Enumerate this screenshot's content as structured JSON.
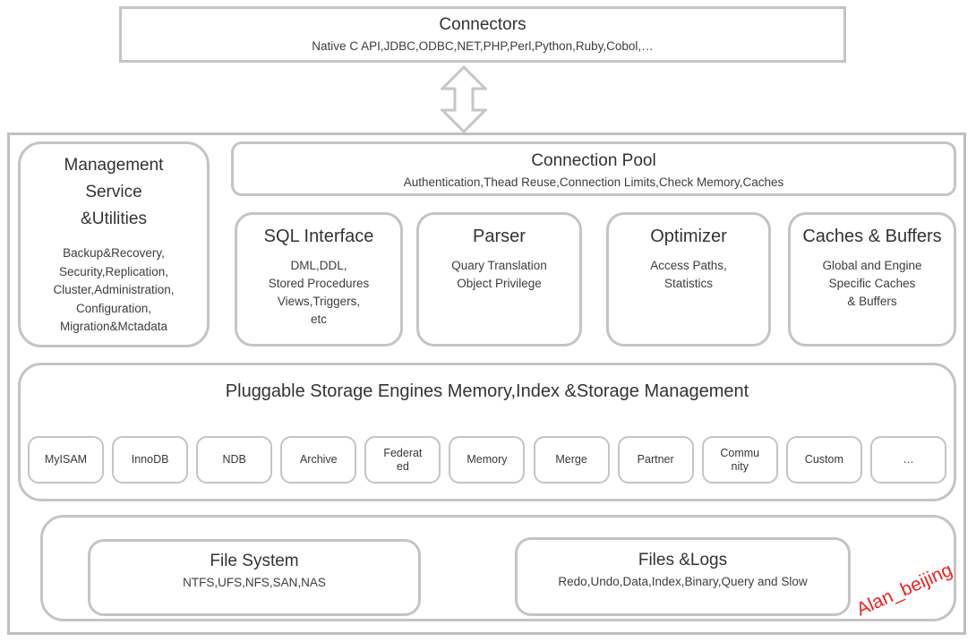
{
  "diagram": {
    "connectors": {
      "title": "Connectors",
      "subtitle": "Native C API,JDBC,ODBC,NET,PHP,Perl,Python,Ruby,Cobol,…"
    },
    "management": {
      "title_lines": [
        "Management",
        "Service",
        "&Utilities"
      ],
      "body_lines": [
        "Backup&Recovery,",
        "Security,Replication,",
        "Cluster,Administration,",
        "Configuration,",
        "Migration&Mctadata"
      ]
    },
    "connection_pool": {
      "title": "Connection Pool",
      "subtitle": "Authentication,Thead Reuse,Connection Limits,Check Memory,Caches"
    },
    "middle_boxes": [
      {
        "title": "SQL Interface",
        "body_lines": [
          "DML,DDL,",
          "Stored Procedures",
          "Views,Triggers,",
          "etc"
        ]
      },
      {
        "title": "Parser",
        "body_lines": [
          "Quary Translation",
          "Object Privilege"
        ]
      },
      {
        "title": "Optimizer",
        "body_lines": [
          "Access Paths,",
          "Statistics"
        ]
      },
      {
        "title": "Caches & Buffers",
        "body_lines": [
          "Global and Engine",
          "Specific Caches",
          "& Buffers"
        ]
      }
    ],
    "storage": {
      "title": "Pluggable Storage Engines Memory,Index &Storage Management",
      "engines": [
        "MyISAM",
        "InnoDB",
        "NDB",
        "Archive",
        "Federat\ned",
        "Memory",
        "Merge",
        "Partner",
        "Commu\nnity",
        "Custom",
        "…"
      ]
    },
    "file_system": {
      "title": "File System",
      "subtitle": "NTFS,UFS,NFS,SAN,NAS"
    },
    "files_logs": {
      "title": "Files &Logs",
      "subtitle": "Redo,Undo,Data,Index,Binary,Query and Slow"
    },
    "watermark": "Alan_beijing",
    "colors": {
      "border_gray": "#c4c4c4",
      "text_dark": "#383838",
      "watermark_red": "#ef2020"
    }
  }
}
